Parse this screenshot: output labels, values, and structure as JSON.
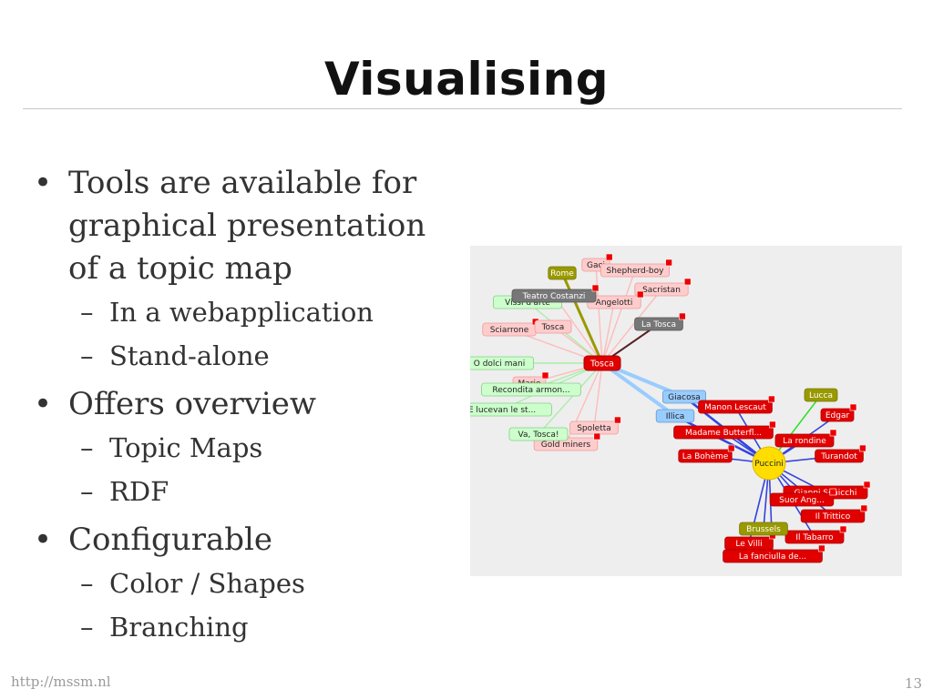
{
  "slide": {
    "title": "Visualising",
    "footer_url": "http://mssm.nl",
    "page_number": "13"
  },
  "bullets": [
    {
      "text": "Tools are available for graphical presentation of a topic map",
      "sub": [
        "In a webapplication",
        "Stand-alone"
      ]
    },
    {
      "text": "Offers overview",
      "sub": [
        "Topic Maps",
        "RDF"
      ]
    },
    {
      "text": "Configurable",
      "sub": [
        "Color / Shapes",
        "Branching"
      ]
    }
  ],
  "graph": {
    "hubs": [
      "Tosca",
      "Puccini"
    ],
    "olive_nodes": [
      "Rome",
      "Lucca",
      "Brussels"
    ],
    "blue_nodes": [
      "Giacosa",
      "Illica"
    ],
    "gray_nodes": [
      "La Tosca",
      "Teatro Costanzi"
    ],
    "pink_nodes": [
      "Gaci",
      "Shepherd-boy",
      "Sacristan",
      "Angelotti",
      "Tosca",
      "Sciarrone",
      "Mario",
      "Spoletta",
      "Gold miners"
    ],
    "green_nodes": [
      "Vissi d'arte",
      "O dolci mani",
      "Recondita armon...",
      "E lucevan le st...",
      "Va, Tosca!"
    ],
    "red_nodes": [
      "Manon Lescaut",
      "Madame Butterfl...",
      "La Bohème",
      "Edgar",
      "La rondine",
      "Turandot",
      "Gianni Schicchi",
      "Suor Ang...",
      "Il Trittico",
      "Il Tabarro",
      "Le Villi",
      "La fanciulla de..."
    ],
    "colors": {
      "red": "#e00000",
      "pink": "#ffcccc",
      "green": "#ccffcc",
      "blue": "#99ccff",
      "olive": "#999900",
      "hub": "#ffdd00"
    }
  }
}
